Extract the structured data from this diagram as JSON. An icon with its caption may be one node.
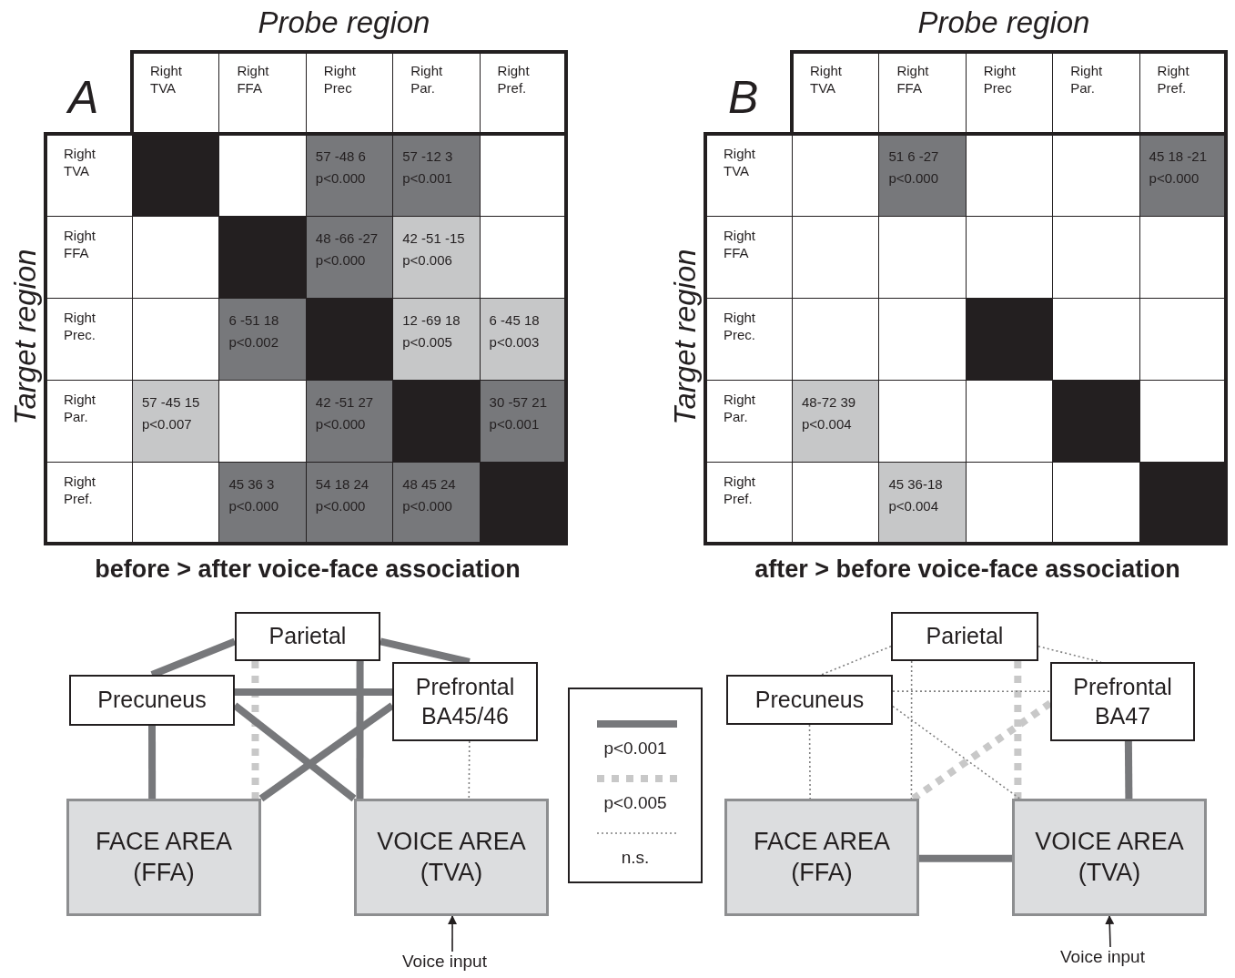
{
  "diagram": {
    "nodes": [
      {
        "text": [
          "Parietal"
        ]
      },
      {
        "text": [
          "Precuneus"
        ]
      },
      {
        "text": [
          "Prefrontal BA45/46"
        ]
      },
      {
        "text": [
          "FACE AREA (FFA)"
        ]
      },
      {
        "text": [
          "VOICE AREA (TVA)"
        ]
      },
      {
        "text": [
          "Voice input"
        ]
      },
      {
        "text": [
          "Parietal"
        ]
      },
      {
        "text": [
          "Precuneus"
        ]
      },
      {
        "text": [
          "Prefrontal BA47"
        ]
      },
      {
        "text": [
          "FACE AREA (FFA)"
        ]
      },
      {
        "text": [
          "VOICE AREA (TVA)"
        ]
      },
      {
        "text": [
          "Voice input"
        ]
      }
    ],
    "edges": [
      {
        "from": 0,
        "to": 1,
        "arrow": "none"
      },
      {
        "from": 0,
        "to": 2,
        "arrow": "none"
      },
      {
        "from": 0,
        "to": 3,
        "arrow": "none",
        "style": "dashed",
        "color": "#c8c8c8"
      },
      {
        "from": 0,
        "to": 4,
        "arrow": "none"
      },
      {
        "from": 1,
        "to": 2,
        "arrow": "none"
      },
      {
        "from": 1,
        "to": 3,
        "arrow": "none"
      },
      {
        "from": 1,
        "to": 4,
        "arrow": "none"
      },
      {
        "from": 2,
        "to": 3,
        "arrow": "none"
      },
      {
        "from": 2,
        "to": 4,
        "arrow": "none",
        "style": "dashed"
      },
      {
        "from": 5,
        "to": 4,
        "arrow": "to",
        "color": "#231f20"
      },
      {
        "from": 6,
        "to": 7,
        "arrow": "none",
        "style": "dashed"
      },
      {
        "from": 6,
        "to": 8,
        "arrow": "none",
        "style": "dashed"
      },
      {
        "from": 6,
        "to": 9,
        "arrow": "none",
        "style": "dashed"
      },
      {
        "from": 6,
        "to": 10,
        "arrow": "none",
        "style": "dashed",
        "color": "#c8c8c8"
      },
      {
        "from": 7,
        "to": 8,
        "arrow": "none",
        "style": "dashed"
      },
      {
        "from": 7,
        "to": 9,
        "arrow": "none",
        "style": "dashed"
      },
      {
        "from": 7,
        "to": 10,
        "arrow": "none",
        "style": "dashed"
      },
      {
        "from": 8,
        "to": 9,
        "arrow": "none",
        "style": "dashed",
        "color": "#c8c8c8"
      },
      {
        "from": 8,
        "to": 10,
        "arrow": "none"
      },
      {
        "from": 9,
        "to": 10,
        "arrow": "none"
      },
      {
        "from": 11,
        "to": 10,
        "arrow": "to",
        "color": "#231f20"
      }
    ],
    "labels": [
      "Probe region",
      "A",
      "Right TVA",
      "Right FFA",
      "Right Prec",
      "Right Par.",
      "Right Pref.",
      "Target region",
      "Right TVA",
      "57 -48 6",
      "p<0.000",
      "57 -12 3",
      "p<0.001",
      "Right FFA",
      "48 -66 -27",
      "p<0.000",
      "42 -51 -15",
      "p<0.006",
      "Right Prec.",
      "6 -51 18",
      "p<0.002",
      "12 -69 18",
      "p<0.005",
      "6 -45 18",
      "p<0.003",
      "Right Par.",
      "57 -45 15",
      "p<0.007",
      "42 -51 27",
      "p<0.000",
      "30 -57 21",
      "p<0.001",
      "Right Pref.",
      "45 36 3",
      "p<0.000",
      "54 18 24",
      "p<0.000",
      "48 45 24",
      "p<0.000",
      "before > after voice-face association",
      "Probe region",
      "B",
      "Right TVA",
      "Right FFA",
      "Right Prec",
      "Right Par.",
      "Right Pref.",
      "Target region",
      "Right TVA",
      "51 6 -27",
      "p<0.000",
      "45 18 -21",
      "p<0.000",
      "Right FFA",
      "Right Prec.",
      "Right Par.",
      "48-72 39",
      "p<0.004",
      "Right Pref.",
      "45 36-18",
      "p<0.004",
      "after > before voice-face association"
    ],
    "legend": [
      {
        "text": "p<0.001"
      },
      {
        "text": "p<0.005"
      },
      {
        "text": "n.s."
      }
    ]
  }
}
